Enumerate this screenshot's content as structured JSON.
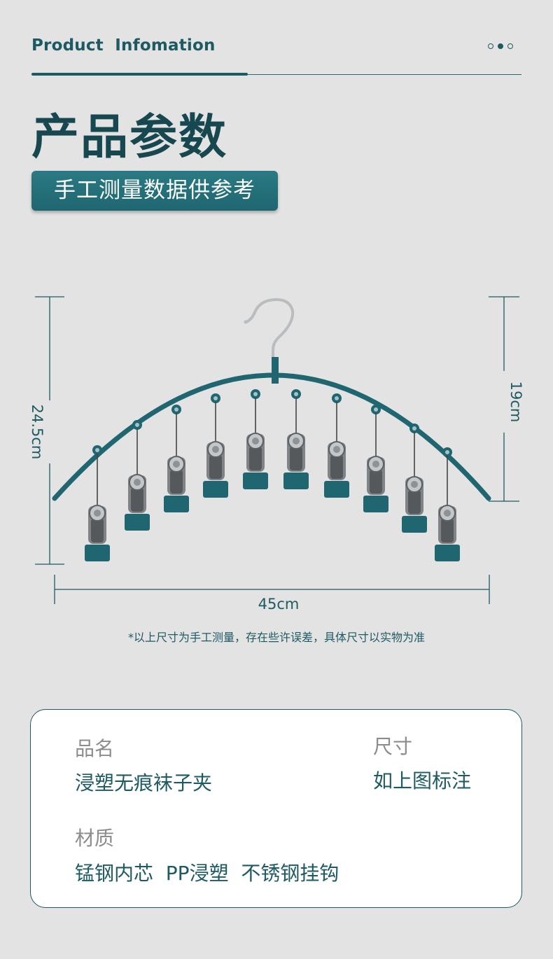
{
  "header": {
    "title": "Product  Infomation",
    "dots": [
      "outline",
      "filled",
      "outline"
    ]
  },
  "main_title": "产品参数",
  "subtitle_badge": "手工测量数据供参考",
  "dimensions": {
    "height_total": "24.5cm",
    "height_hanger": "19cm",
    "width": "45cm"
  },
  "note": "*以上尺寸为手工测量，存在些许误差，具体尺寸以实物为准",
  "specs": {
    "name_label": "品名",
    "name_value": "浸塑无痕袜子夹",
    "size_label": "尺寸",
    "size_value": "如上图标注",
    "material_label": "材质",
    "material_value": "锰钢内芯  PP浸塑  不锈钢挂钩"
  },
  "colors": {
    "accent": "#1d5a62",
    "badge": "#247079",
    "background": "#e3e3e3"
  }
}
